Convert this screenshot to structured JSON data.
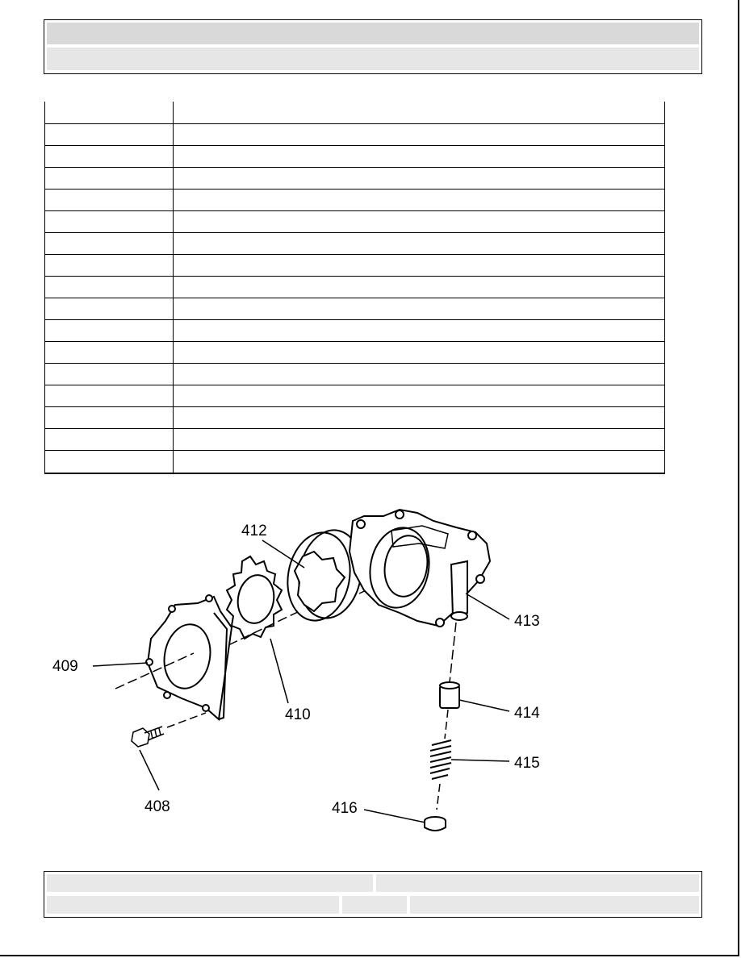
{
  "diagram": {
    "callouts": [
      "408",
      "409",
      "410",
      "412",
      "413",
      "414",
      "415",
      "416"
    ]
  }
}
